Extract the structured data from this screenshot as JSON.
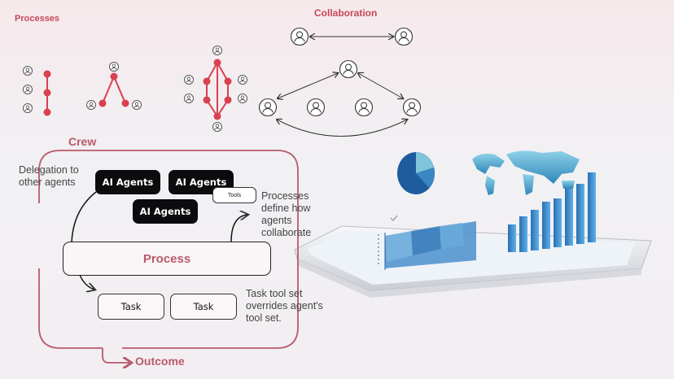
{
  "processes": {
    "title": "Processes"
  },
  "collaboration": {
    "title": "Collaboration"
  },
  "crew": {
    "title": "Crew",
    "delegation_note": "Delegation to other agents",
    "agents": [
      "AI Agents",
      "AI Agents",
      "AI Agents"
    ],
    "tools_label": "Tools",
    "process_label": "Process",
    "processes_note": "Processes define how agents collaborate",
    "tasks": [
      "Task",
      "Task"
    ],
    "task_note": "Task tool set overrides agent's tool set.",
    "outcome_label": "Outcome"
  },
  "colors": {
    "accent": "#c7485a",
    "crew_border": "#b85a6a",
    "node_red": "#d8414f"
  },
  "icons": [
    "user-icon",
    "arrow-icon",
    "pie-chart",
    "world-map",
    "tablet",
    "bar-chart"
  ]
}
